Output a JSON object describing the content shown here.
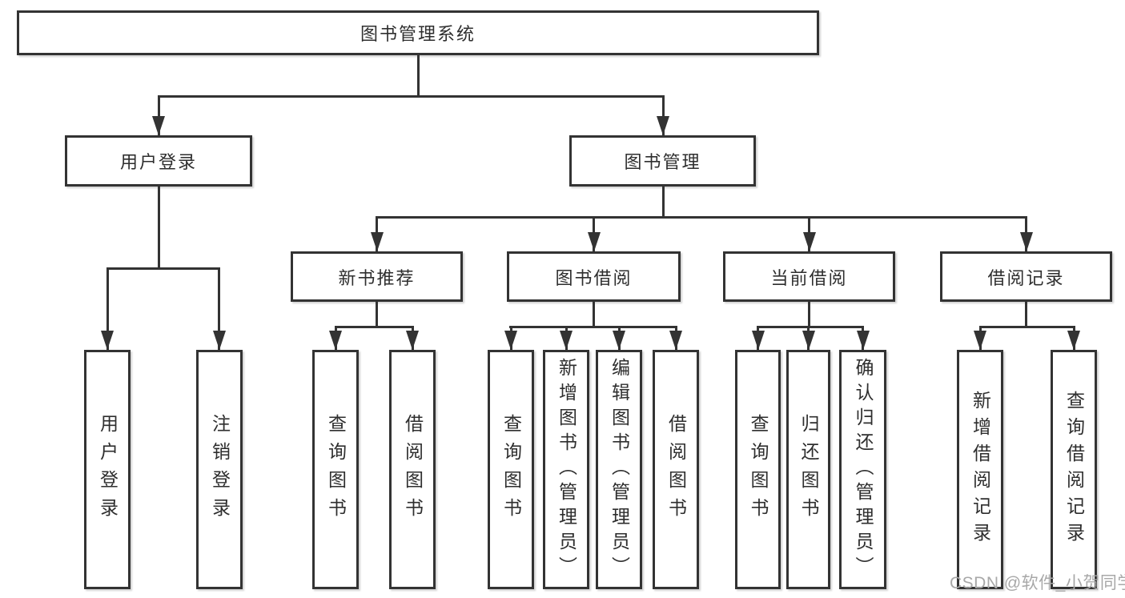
{
  "colors": {
    "line": "#333333",
    "text": "#2e2e2e",
    "watermark": "#a8a8a8",
    "background": "#ffffff"
  },
  "tree": {
    "root": {
      "label": "图书管理系统"
    },
    "branches": [
      {
        "label": "用户登录",
        "children": [
          {
            "label": "用户登录"
          },
          {
            "label": "注销登录"
          }
        ]
      },
      {
        "label": "图书管理",
        "children": [
          {
            "label": "新书推荐",
            "children": [
              {
                "label": "查询图书"
              },
              {
                "label": "借阅图书"
              }
            ]
          },
          {
            "label": "图书借阅",
            "children": [
              {
                "label": "查询图书"
              },
              {
                "label": "新增图书（管理员）"
              },
              {
                "label": "编辑图书（管理员）"
              },
              {
                "label": "借阅图书"
              }
            ]
          },
          {
            "label": "当前借阅",
            "children": [
              {
                "label": "查询图书"
              },
              {
                "label": "归还图书"
              },
              {
                "label": "确认归还（管理员）"
              }
            ]
          },
          {
            "label": "借阅记录",
            "children": [
              {
                "label": "新增借阅记录"
              },
              {
                "label": "查询借阅记录"
              }
            ]
          }
        ]
      }
    ]
  },
  "watermark": {
    "text": "CSDN @软件_小贺同学"
  }
}
